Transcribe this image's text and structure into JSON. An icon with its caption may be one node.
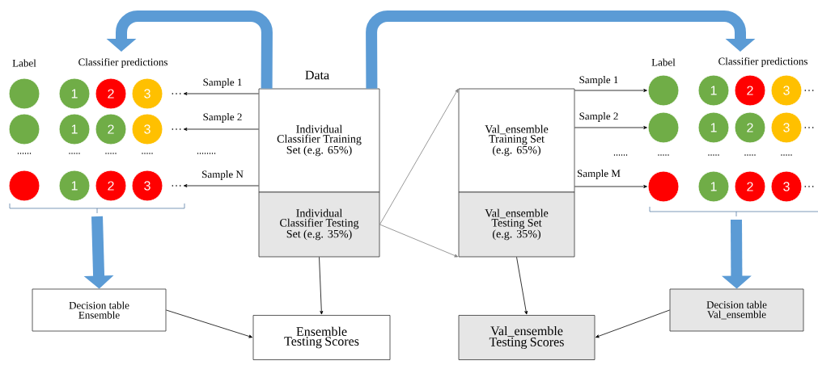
{
  "diagram": {
    "nodes": [
      {
        "text": [
          "Individual Classifier Training Set (e.g. 65%)"
        ],
        "beside": [
          "Data"
        ]
      },
      {
        "text": [
          "Individual Classifier Testing Set (e.g. 35%)"
        ]
      },
      {
        "text": [
          "Val_ensemble Training Set (e.g. 65%)"
        ]
      },
      {
        "text": [
          "Val_ensemble Testing Set (e.g. 35%)"
        ]
      },
      {
        "text": [
          "Decision table Ensemble"
        ]
      },
      {
        "text": [
          "Ensemble Testing Scores"
        ]
      },
      {
        "text": [
          "Val_ensemble Testing Scores"
        ]
      },
      {
        "text": [
          "Decision table Val_ensemble"
        ]
      },
      {
        "text": [],
        "shape": "circle"
      },
      {
        "text": [
          "1"
        ]
      },
      {
        "text": [
          "2"
        ]
      },
      {
        "text": [
          "3"
        ]
      },
      {
        "text": [
          "…"
        ]
      },
      {
        "text": [],
        "shape": "circle"
      },
      {
        "text": [
          "1"
        ]
      },
      {
        "text": [
          "2"
        ]
      },
      {
        "text": [
          "3"
        ]
      },
      {
        "text": [
          "…"
        ]
      },
      {
        "text": [],
        "shape": "circle"
      },
      {
        "text": [
          "1"
        ]
      },
      {
        "text": [
          "2"
        ]
      },
      {
        "text": [
          "3"
        ]
      },
      {
        "text": [
          "…"
        ]
      },
      {
        "text": [],
        "shape": "circle"
      },
      {
        "text": [
          "1"
        ]
      },
      {
        "text": [
          "2"
        ]
      },
      {
        "text": [
          "3"
        ]
      },
      {
        "text": [
          "…"
        ]
      },
      {
        "text": [],
        "shape": "circle"
      },
      {
        "text": [
          "1"
        ]
      },
      {
        "text": [
          "2"
        ]
      },
      {
        "text": [
          "3"
        ]
      },
      {
        "text": [
          "…"
        ]
      },
      {
        "text": [],
        "shape": "circle"
      },
      {
        "text": [
          "1"
        ]
      },
      {
        "text": [
          "2"
        ]
      },
      {
        "text": [
          "3"
        ]
      },
      {
        "text": [
          "…"
        ]
      }
    ],
    "edges": [
      {
        "from": 0,
        "to": 12,
        "arrow": "to",
        "label": "Sample 1"
      },
      {
        "from": 0,
        "to": 17,
        "arrow": "to",
        "label": "Sample 2"
      },
      {
        "from": 0,
        "to": 22,
        "arrow": "to",
        "label": "Sample N"
      },
      {
        "from": 2,
        "to": 23,
        "arrow": "to",
        "label": "Sample 1"
      },
      {
        "from": 2,
        "to": 28,
        "arrow": "to",
        "label": "Sample 2"
      },
      {
        "from": 2,
        "to": 33,
        "arrow": "to",
        "label": "Sample M"
      },
      {
        "from": 1,
        "to": 2,
        "arrow": "to",
        "color": "#7f7f7f"
      },
      {
        "from": 1,
        "to": 3,
        "arrow": "to",
        "color": "#7f7f7f"
      },
      {
        "from": 1,
        "to": 5,
        "arrow": "to"
      },
      {
        "from": 3,
        "to": 6,
        "arrow": "to"
      },
      {
        "from": 4,
        "to": 5,
        "arrow": "to"
      },
      {
        "from": 7,
        "to": 6,
        "arrow": "to"
      },
      {
        "from": 0,
        "to": null,
        "arrow": "to",
        "style": "thick",
        "color": "#5b9bd5"
      },
      {
        "from": 0,
        "to": null,
        "arrow": "to",
        "style": "thick",
        "color": "#5b9bd5"
      },
      {
        "from": null,
        "to": 4,
        "arrow": "to",
        "style": "thick",
        "color": "#5b9bd5"
      },
      {
        "from": null,
        "to": 7,
        "arrow": "to",
        "style": "thick",
        "color": "#5b9bd5"
      }
    ],
    "labels": [
      "Label",
      "Classifier predictions",
      "Label",
      "Classifier predictions",
      "......",
      ".....",
      ".....",
      ".....",
      "........",
      "......",
      ".....",
      ".....",
      ".....",
      "....."
    ]
  }
}
